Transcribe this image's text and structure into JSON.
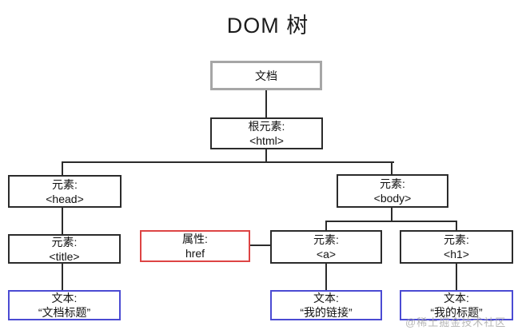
{
  "title": "DOM 树",
  "watermark": "@稀土掘金技术社区",
  "colors": {
    "background": "#ffffff",
    "document_border": "#a6a6a6",
    "element_border": "#2b2b2b",
    "attribute_border": "#dd4444",
    "text_node_border": "#4b4bd3",
    "connector": "#2b2b2b",
    "watermark": "#aaaaaa"
  },
  "nodes": {
    "document": {
      "line1": "文档",
      "line2": ""
    },
    "root": {
      "line1": "根元素:",
      "line2": "<html>"
    },
    "head": {
      "line1": "元素:",
      "line2": "<head>"
    },
    "body": {
      "line1": "元素:",
      "line2": "<body>"
    },
    "title_el": {
      "line1": "元素:",
      "line2": "<title>"
    },
    "href_attr": {
      "line1": "属性:",
      "line2": "href"
    },
    "a_el": {
      "line1": "元素:",
      "line2": "<a>"
    },
    "h1_el": {
      "line1": "元素:",
      "line2": "<h1>"
    },
    "text_title": {
      "line1": "文本:",
      "line2": "“文档标题”"
    },
    "text_link": {
      "line1": "文本:",
      "line2": "“我的链接”"
    },
    "text_heading": {
      "line1": "文本:",
      "line2": "“我的标题”"
    }
  }
}
